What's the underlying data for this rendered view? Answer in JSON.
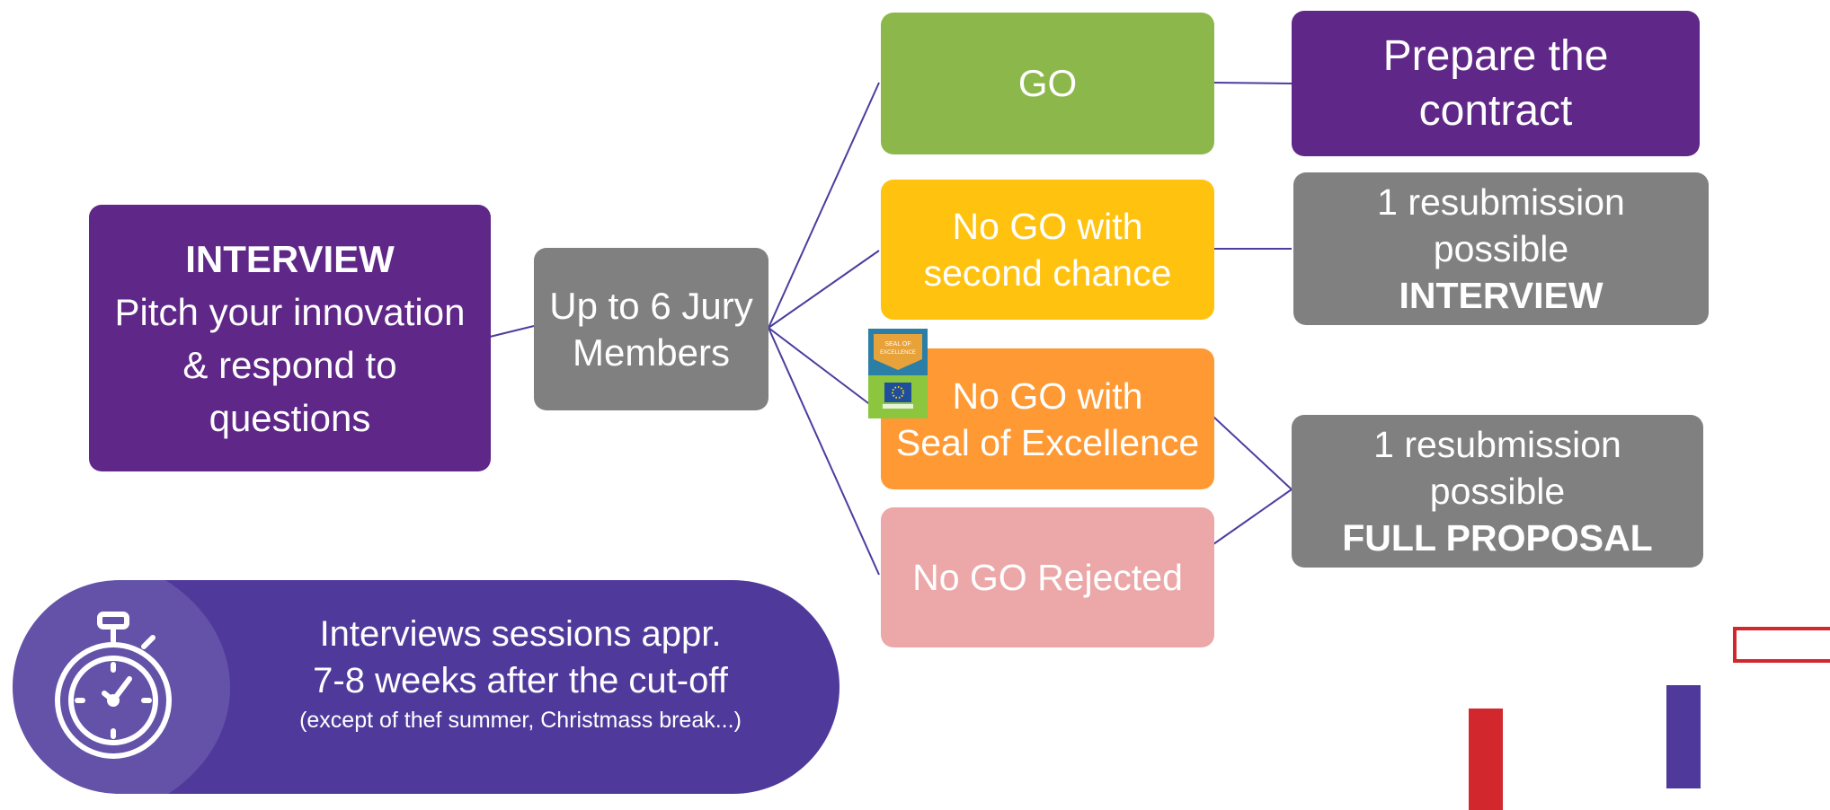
{
  "colors": {
    "purple": "#5f2787",
    "gray": "#808080",
    "green": "#8cb84b",
    "yellow": "#ffc20e",
    "orange": "#ff9933",
    "pink": "#eca8a8",
    "banner": "#4f3a9c",
    "red": "#d1272d",
    "line": "#4a3e9e"
  },
  "interview": {
    "title": "INTERVIEW",
    "line1": "Pitch your innovation",
    "line2": "& respond to",
    "line3": "questions"
  },
  "jury": {
    "line1": "Up to 6 Jury",
    "line2": "Members"
  },
  "outcomes": {
    "go": "GO",
    "second_chance": {
      "line1": "No GO with",
      "line2": "second chance"
    },
    "seal": {
      "line1": "No GO with",
      "line2": "Seal of Excellence"
    },
    "rejected": "No GO Rejected"
  },
  "seal_badge": {
    "ribbon_text": "SEAL OF EXCELLENCE"
  },
  "results": {
    "contract": {
      "line1": "Prepare the",
      "line2": "contract"
    },
    "resub_interview": {
      "line1": "1 resubmission",
      "line2": "possible",
      "line3": "INTERVIEW"
    },
    "resub_full": {
      "line1": "1 resubmission",
      "line2": "possible",
      "line3": "FULL PROPOSAL"
    }
  },
  "banner": {
    "icon": "stopwatch-icon",
    "line1": "Interviews sessions appr.",
    "line2": "7-8 weeks after the cut-off",
    "note": "(except of thef summer,  Christmass break...)"
  }
}
